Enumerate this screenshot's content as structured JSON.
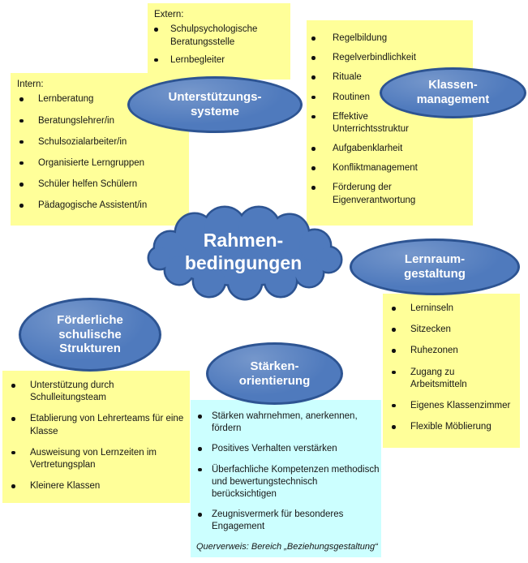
{
  "colors": {
    "note_yellow": "#FFFF99",
    "note_cyan": "#CCFFFF",
    "node_fill": "#4F7ABD",
    "node_border": "#2D5492",
    "node_text": "#FFFFFF",
    "body_text": "#161616"
  },
  "central_node": {
    "lines": [
      "Rahmen-",
      "bedingungen"
    ]
  },
  "nodes": {
    "unterstuetzungssysteme": {
      "lines": [
        "Unterstützungs-",
        "systeme"
      ]
    },
    "klassenmanagement": {
      "lines": [
        "Klassen-",
        "management"
      ]
    },
    "lernraumgestaltung": {
      "lines": [
        "Lernraum-",
        "gestaltung"
      ]
    },
    "foerderliche_schulische_strukturen": {
      "lines": [
        "Förderliche",
        "schulische",
        "Strukturen"
      ]
    },
    "staerkenorientierung": {
      "lines": [
        "Stärken-",
        "orientierung"
      ]
    }
  },
  "notes": {
    "extern": {
      "header": "Extern:",
      "items": [
        "Schulpsychologische Beratungsstelle",
        "Lernbegleiter"
      ]
    },
    "intern": {
      "header": "Intern:",
      "items": [
        "Lernberatung",
        "Beratungslehrer/in",
        "Schulsozialarbeiter/in",
        "Organisierte Lerngruppen",
        "Schüler helfen Schülern",
        "Pädagogische Assistent/in"
      ]
    },
    "klassenmanagement": {
      "items": [
        "Regelbildung",
        "Regelverbindlichkeit",
        "Rituale",
        "Routinen",
        "Effektive Unterrichtsstruktur",
        "Aufgabenklarheit",
        "Konfliktmanagement",
        "Förderung der Eigenverantwortung"
      ]
    },
    "lernraumgestaltung": {
      "items": [
        "Lerninseln",
        "Sitzecken",
        "Ruhezonen",
        "Zugang zu Arbeitsmitteln",
        "Eigenes Klassenzimmer",
        "Flexible Möblierung"
      ]
    },
    "foerderliche_schulische_strukturen": {
      "items": [
        "Unterstützung durch Schulleitungsteam",
        "Etablierung von Lehrerteams für eine Klasse",
        "Ausweisung von Lernzeiten im Vertretungsplan",
        "Kleinere Klassen"
      ]
    },
    "staerkenorientierung": {
      "items": [
        "Stärken wahrnehmen, anerkennen, fördern",
        "Positives Verhalten verstärken",
        "Überfachliche Kompetenzen methodisch und bewertungstechnisch berücksichtigen",
        "Zeugnisvermerk für besonderes Engagement"
      ],
      "footnote": "Querverweis: Bereich „Beziehungsgestaltung“"
    }
  }
}
